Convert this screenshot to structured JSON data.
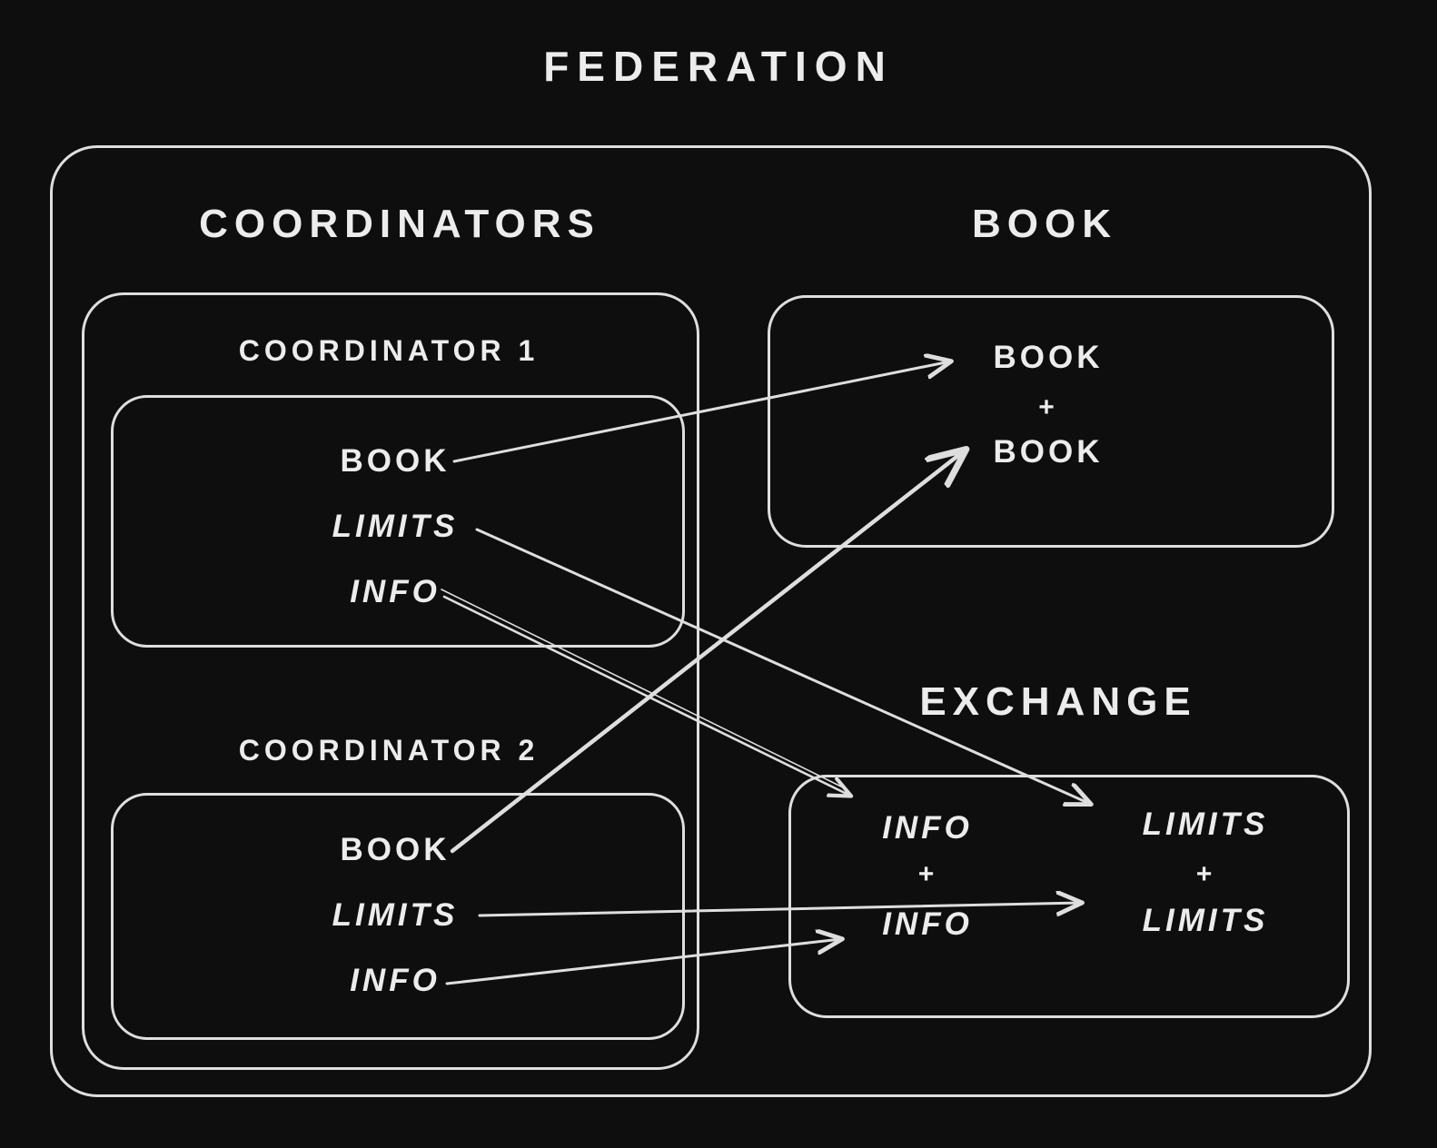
{
  "title": "FEDERATION",
  "coordinators": {
    "heading": "COORDINATORS",
    "coordinator1": {
      "label": "COORDINATOR 1",
      "items": [
        "BOOK",
        "LIMITS",
        "INFO"
      ]
    },
    "coordinator2": {
      "label": "COORDINATOR 2",
      "items": [
        "BOOK",
        "LIMITS",
        "INFO"
      ]
    }
  },
  "book": {
    "heading": "BOOK",
    "items": [
      "BOOK",
      "+",
      "BOOK"
    ]
  },
  "exchange": {
    "heading": "EXCHANGE",
    "left": [
      "INFO",
      "+",
      "INFO"
    ],
    "right": [
      "LIMITS",
      "+",
      "LIMITS"
    ]
  },
  "arrows": [
    {
      "from": "coordinator1.book",
      "to": "book.book-top",
      "style": "single"
    },
    {
      "from": "coordinator2.book",
      "to": "book.book-bottom",
      "style": "thick"
    },
    {
      "from": "coordinator1.limits",
      "to": "exchange.limits-top",
      "style": "single"
    },
    {
      "from": "coordinator1.info",
      "to": "exchange.info-top",
      "style": "double"
    },
    {
      "from": "coordinator2.limits",
      "to": "exchange.limits-bottom",
      "style": "single"
    },
    {
      "from": "coordinator2.info",
      "to": "exchange.info-bottom",
      "style": "single"
    }
  ],
  "colors": {
    "background": "#0e0e0e",
    "stroke": "#dedede",
    "text": "#ececec"
  }
}
